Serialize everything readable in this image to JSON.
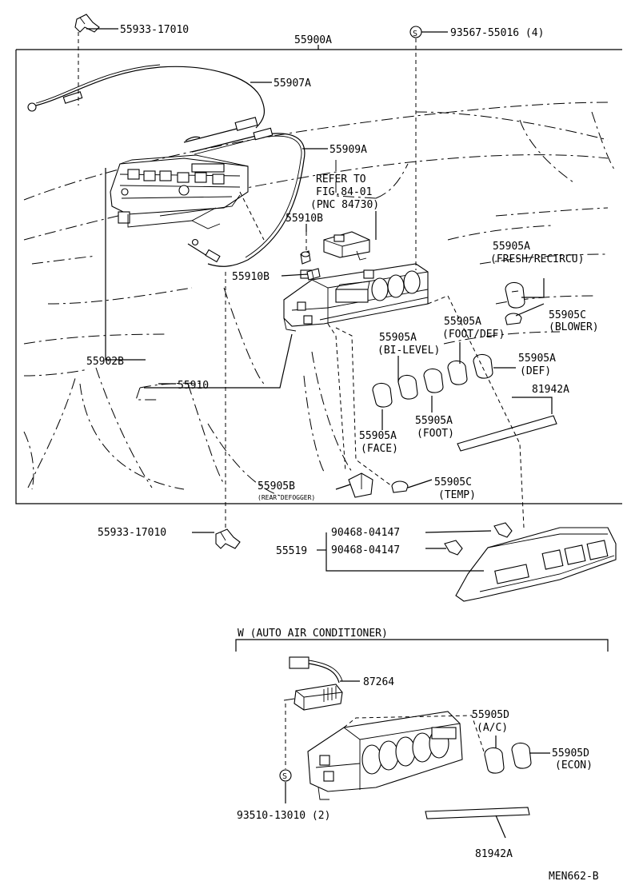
{
  "labels": {
    "p55933_top": "55933-17010",
    "p55900A": "55900A",
    "s_mark_top": "S",
    "p93567": "93567-55016 (4)",
    "p55907A": "55907A",
    "p55909A": "55909A",
    "refer1": "REFER TO",
    "refer2": "FIG.84-01",
    "refer3": "(PNC 84730)",
    "p55910B_a": "55910B",
    "p55910B_b": "55910B",
    "p55905A_fresh": "55905A",
    "fresh_note": "(FRESH/RECIRCU)",
    "p55905C_blower": "55905C",
    "blower_note": "(BLOWER)",
    "p55905A_footdef": "55905A",
    "footdef_note": "(FOOT/DEF)",
    "p55905A_bilevel": "55905A",
    "bilevel_note": "(BI-LEVEL)",
    "p55905A_def": "55905A",
    "def_note": "(DEF)",
    "p55902B": "55902B",
    "p55910": "55910",
    "p81942A_top": "81942A",
    "p55905A_foot": "55905A",
    "foot_note": "(FOOT)",
    "p55905A_face": "55905A",
    "face_note": "(FACE)",
    "p55905B": "55905B",
    "rear_defogger": "(REAR DEFOGGER)",
    "p55905C_temp": "55905C",
    "temp_note": "(TEMP)",
    "p55933_bottom": "55933-17010",
    "p90468_a": "90468-04147",
    "p55519": "55519",
    "p90468_b": "90468-04147",
    "auto_ac": "W  (AUTO AIR CONDITIONER)",
    "p87264": "87264",
    "p55905D_ac": "55905D",
    "ac_note": "(A/C)",
    "p55905D_econ": "55905D",
    "econ_note": "(ECON)",
    "s_mark_bottom": "S",
    "p93510": "93510-13010 (2)",
    "p81942A_bottom": "81942A",
    "figure_code": "MEN662-B"
  }
}
